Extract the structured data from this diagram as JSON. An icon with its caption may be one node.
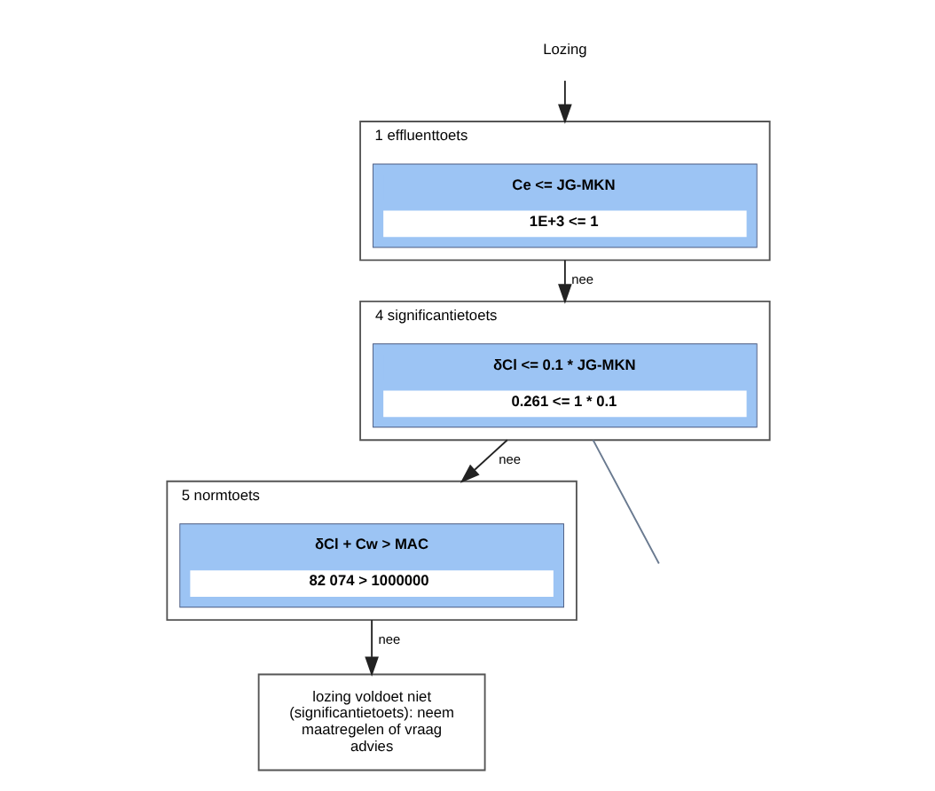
{
  "diagram": {
    "nodes": [
      {
        "text": [
          "Lozing"
        ]
      },
      {
        "text": [
          "1 effluenttoets"
        ]
      },
      {
        "text": [
          "Ce <= JG-MKN",
          "1E+3 <= 1"
        ],
        "in": 1
      },
      {
        "text": [
          "4 significantietoets"
        ]
      },
      {
        "text": [
          "δCl <= 0.1 * JG-MKN",
          "0.261 <= 1 * 0.1"
        ],
        "in": 3
      },
      {
        "text": [
          "5 normtoets"
        ]
      },
      {
        "text": [
          "δCl + Cw > MAC",
          "82 074 > 1000000"
        ],
        "in": 5
      },
      {
        "text": [
          "lozing voldoet niet (significantietoets): neem maatregelen of vraag advies"
        ]
      }
    ],
    "edges": [
      {
        "from": 0,
        "to": 1,
        "arrow": "to"
      },
      {
        "from": 1,
        "to": 3,
        "arrow": "to",
        "label": "nee"
      },
      {
        "from": 3,
        "to": 5,
        "arrow": "to",
        "label": "nee"
      },
      {
        "from": 5,
        "to": 7,
        "arrow": "to",
        "label": "nee"
      },
      {
        "from": 3,
        "to": null,
        "arrow": "none",
        "color": "#6a7a90"
      }
    ]
  }
}
